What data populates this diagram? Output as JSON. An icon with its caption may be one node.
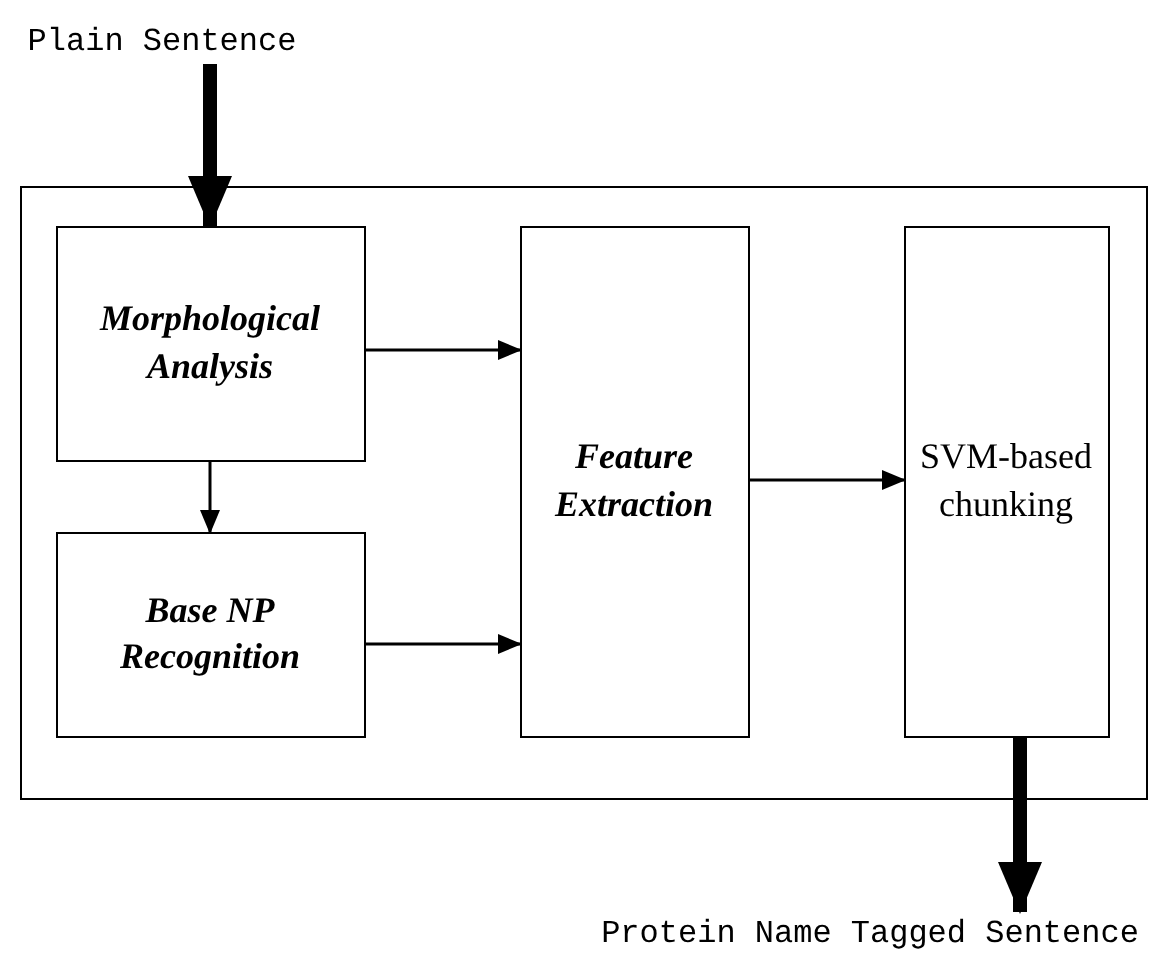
{
  "diagram": {
    "nodes": [
      {
        "text": [
          "Plain Sentence"
        ]
      },
      {
        "text": [],
        "shape": "box"
      },
      {
        "text": [
          "Morphological Analysis"
        ],
        "in": 1
      },
      {
        "text": [
          "Base NP Recognition"
        ],
        "in": 1
      },
      {
        "text": [
          "Feature Extraction"
        ],
        "in": 1
      },
      {
        "text": [
          "SVM-based chunking"
        ],
        "in": 1
      },
      {
        "text": [
          "Protein Name Tagged Sentence"
        ]
      }
    ],
    "edges": [
      {
        "from": 0,
        "to": 2,
        "arrow": "to",
        "style": "thick"
      },
      {
        "from": 2,
        "to": 4,
        "arrow": "to"
      },
      {
        "from": 2,
        "to": 3,
        "arrow": "to"
      },
      {
        "from": 3,
        "to": 4,
        "arrow": "to"
      },
      {
        "from": 4,
        "to": 5,
        "arrow": "to"
      },
      {
        "from": 5,
        "to": 6,
        "arrow": "to",
        "style": "thick"
      }
    ]
  }
}
